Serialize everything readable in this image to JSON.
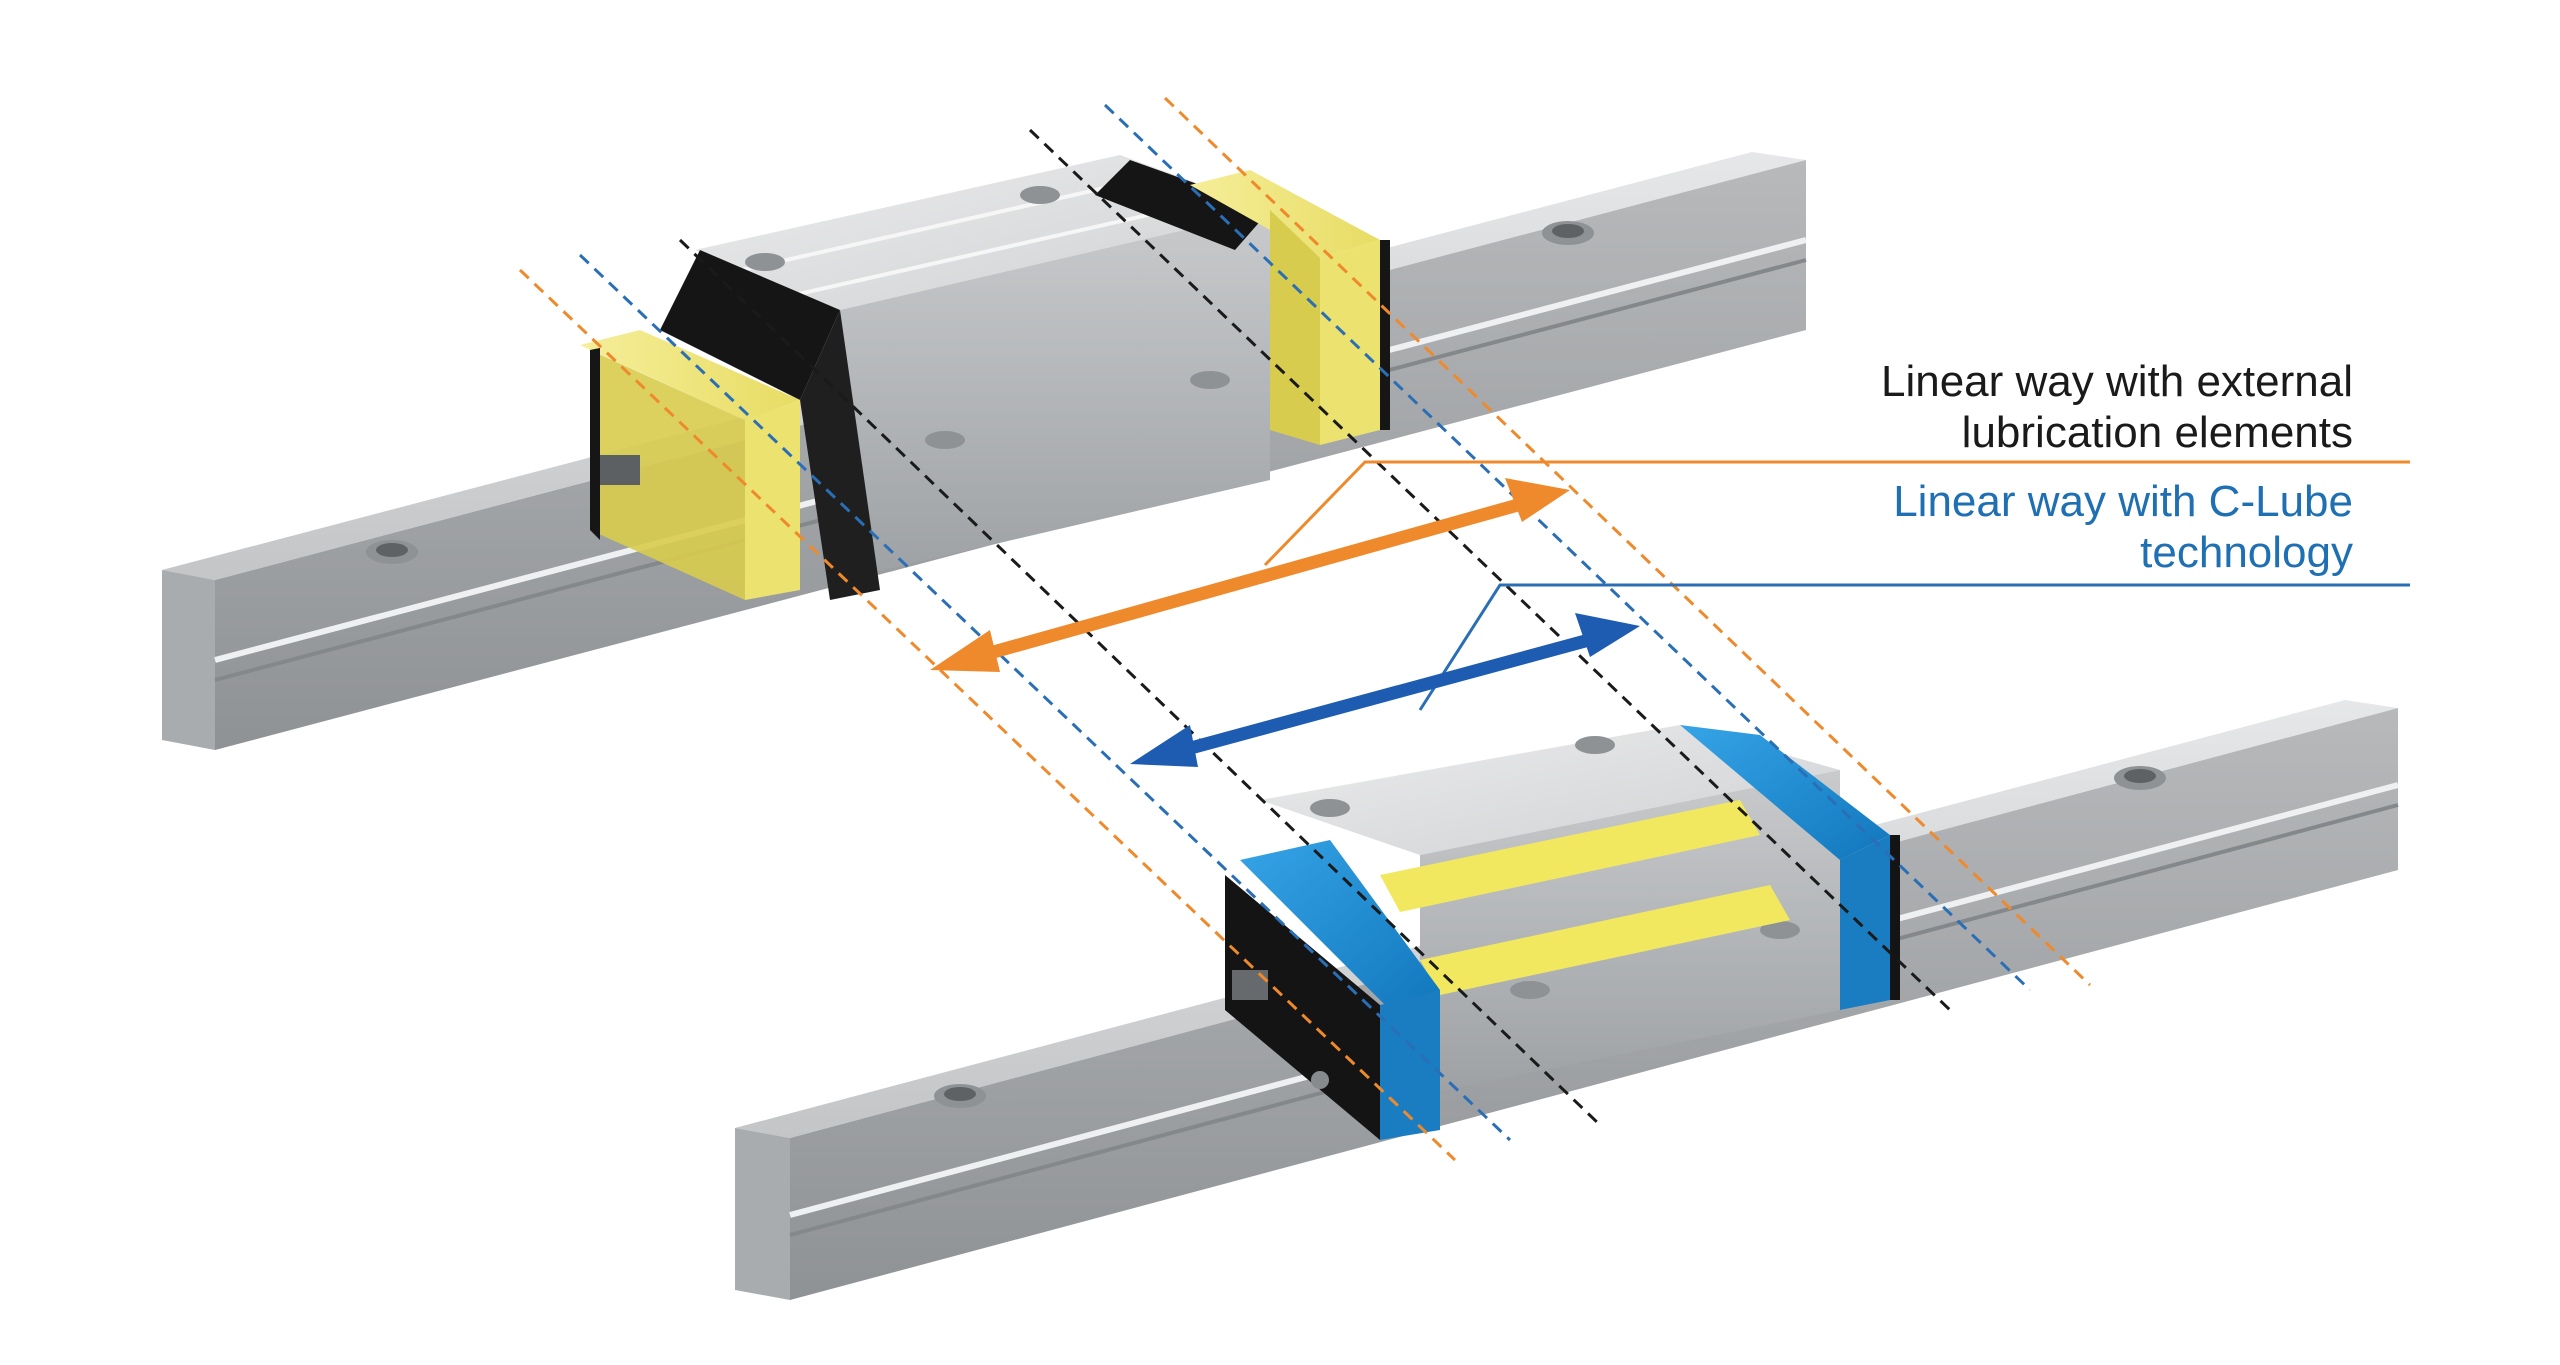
{
  "labels": {
    "external": {
      "line1": "Linear way with external",
      "line2": "lubrication elements",
      "color": "#1a1a1a"
    },
    "clube": {
      "line1": "Linear way with C-Lube",
      "line2": "technology",
      "color": "#1f6fb3"
    }
  },
  "colors": {
    "orange_accent": "#ef8a2c",
    "blue_accent": "#1f6fb3",
    "blue_arrow": "#1d5cb0",
    "seal_blue": "#1e90d6",
    "lube_yellow": "#f3e66d",
    "rail_steel": "#c9cbcd",
    "carriage_steel": "#d9dadb"
  }
}
